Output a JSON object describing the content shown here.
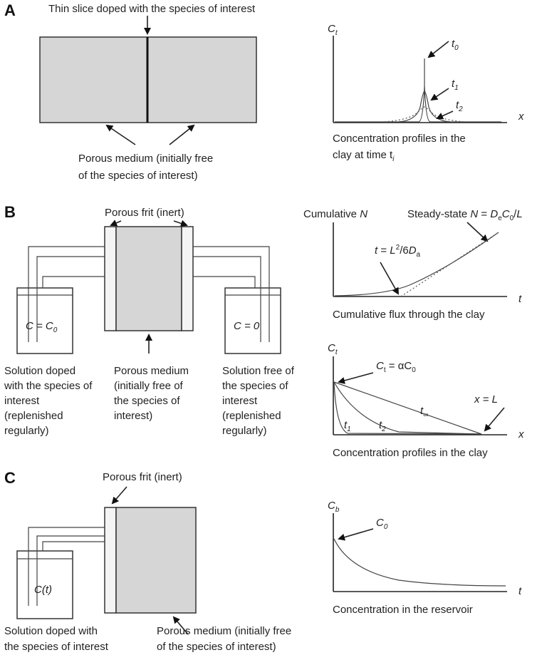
{
  "panels": {
    "a": {
      "label": "A",
      "top_note": "Thin slice doped with the species of interest",
      "medium_note_1": "Porous medium (initially free",
      "medium_note_2": "of the species of interest)",
      "axis_y": "C",
      "axis_y_sub": "t",
      "axis_x": "x",
      "t0": "t",
      "t0_sub": "0",
      "t1": "t",
      "t1_sub": "1",
      "t2": "t",
      "t2_sub": "2",
      "caption_1": "Concentration profiles in the",
      "caption_2": "clay at time t",
      "caption_2_sub": "i"
    },
    "b": {
      "label": "B",
      "frit_note": "Porous frit (inert)",
      "left_res": "C = C",
      "left_res_sub": "0",
      "right_res": "C = 0",
      "left_note": [
        "Solution doped",
        "with the species of",
        "interest",
        "(replenished",
        "regularly)"
      ],
      "mid_note": [
        "Porous medium",
        "(initially free of",
        "the species of",
        "interest)"
      ],
      "right_note": [
        "Solution free of",
        "the species of",
        "interest",
        "(replenished",
        "regularly)"
      ],
      "flux_ylabel": "Cumulative N",
      "steady_prefix": "Steady-state N = D",
      "steady_sub_e": "e",
      "steady_mid": "C",
      "steady_sub_0": "0",
      "steady_suffix": "/L",
      "time_lag": "t = L",
      "time_lag_sup": "2",
      "time_lag_rest": "/6D",
      "time_lag_sub": "a",
      "flux_axis_x": "t",
      "flux_caption": "Cumulative flux through the clay",
      "prof_axis_y": "C",
      "prof_axis_y_sub": "t",
      "ct_label": "C",
      "ct_label_sub": "t",
      "ct_eq": " = αC",
      "ct_eq_sub": "0",
      "xL": "x = L",
      "t1": "t",
      "t1_sub": "1",
      "t2": "t",
      "t2_sub": "2",
      "tinf": "t",
      "tinf_sub": "∞",
      "prof_axis_x": "x",
      "prof_caption": "Concentration profiles in the clay"
    },
    "c": {
      "label": "C",
      "frit_note": "Porous frit (inert)",
      "res_label": "C(t)",
      "left_note": [
        "Solution doped with",
        "the species of interest"
      ],
      "right_note": [
        "Porous medium (initially free",
        "of the species of interest)"
      ],
      "axis_y": "C",
      "axis_y_sub": "b",
      "c0": "C",
      "c0_sub": "0",
      "axis_x": "t",
      "caption": "Concentration in the reservoir"
    }
  }
}
